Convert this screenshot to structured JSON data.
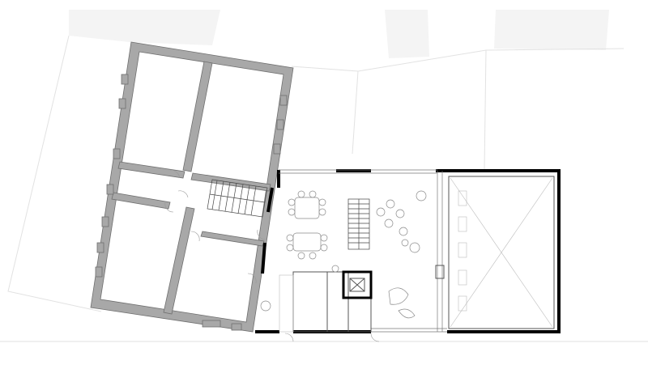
{
  "drawing": {
    "type": "architectural floor plan",
    "style": "black and white line drawing with grey hatched existing walls"
  },
  "colors": {
    "background": "#ffffff",
    "existing_wall_fill": "#a8a8a8",
    "new_wall": "#000000",
    "context_buildings": "#f4f4f4"
  },
  "elements": {
    "existing_building": "existing-building",
    "extension": "new-extension",
    "hall": "double-height-hall",
    "stair": "stair",
    "elevator": "elevator-core",
    "meeting_tables": "meeting-tables",
    "lounge_seating": "lounge-seating"
  }
}
